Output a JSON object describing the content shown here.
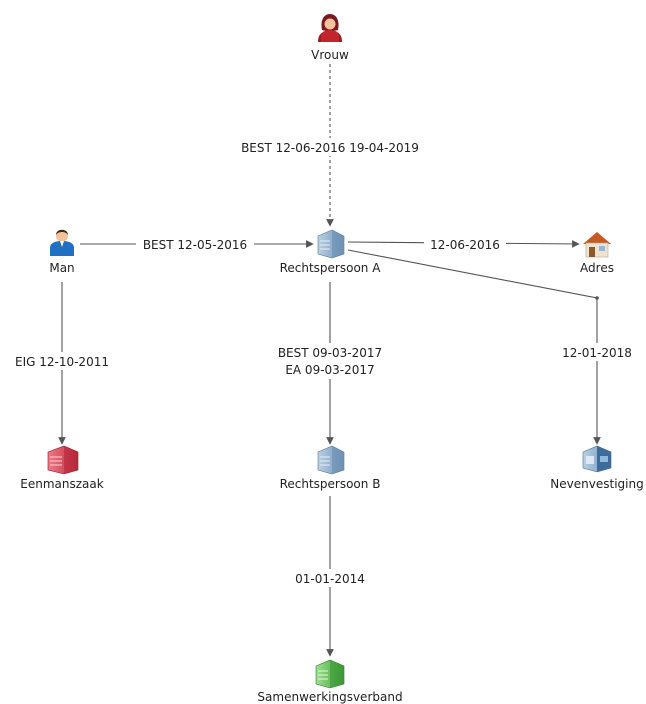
{
  "nodes": {
    "vrouw": {
      "label": "Vrouw",
      "icon": "woman-icon"
    },
    "man": {
      "label": "Man",
      "icon": "man-icon"
    },
    "rechtspersoon_a": {
      "label": "Rechtspersoon A",
      "icon": "company-building-icon"
    },
    "adres": {
      "label": "Adres",
      "icon": "house-icon"
    },
    "eenmanszaak": {
      "label": "Eenmanszaak",
      "icon": "sole-proprietorship-building-icon"
    },
    "rechtspersoon_b": {
      "label": "Rechtspersoon B",
      "icon": "company-building-icon"
    },
    "nevenvestiging": {
      "label": "Nevenvestiging",
      "icon": "branch-office-icon"
    },
    "samenwerkingsverband": {
      "label": "Samenwerkingsverband",
      "icon": "partnership-building-icon"
    }
  },
  "edges": {
    "vrouw_to_a": {
      "label": "BEST 12-06-2016 19-04-2019",
      "style": "dashed"
    },
    "man_to_a": {
      "label": "BEST 12-05-2016"
    },
    "a_to_adres": {
      "label": "12-06-2016"
    },
    "man_to_eenmanszaak": {
      "label": "EIG 12-10-2011"
    },
    "a_to_b": {
      "label_line1": "BEST 09-03-2017",
      "label_line2": "EA 09-03-2017"
    },
    "a_to_nevenvestiging": {
      "label": "12-01-2018"
    },
    "b_to_samenwerking": {
      "label": "01-01-2014"
    }
  },
  "colors": {
    "woman": "#c0262c",
    "man": "#1f6fc2",
    "company": "#8fb2d2",
    "sole_proprietorship": "#d9485a",
    "partnership": "#5bbf4f",
    "house": "#e07a3a",
    "line": "#555555"
  }
}
